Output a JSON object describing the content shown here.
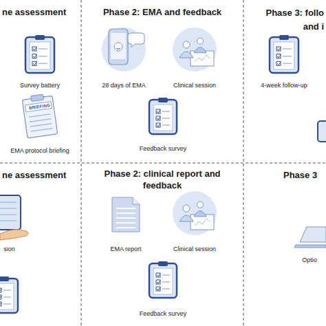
{
  "diagram": {
    "nodes": [
      {
        "text": [
          "ne assessment"
        ]
      },
      {
        "text": [
          "Survey battery"
        ],
        "in": 0
      },
      {
        "text": [
          "EMA protocol briefing"
        ],
        "in": 0
      },
      {
        "text": [
          "Phase 2: EMA and feedback"
        ]
      },
      {
        "text": [
          "28 days of EMA"
        ],
        "in": 3
      },
      {
        "text": [
          "Clinical session"
        ],
        "in": 3
      },
      {
        "text": [
          "Feedback survey"
        ],
        "in": 3
      },
      {
        "text": [
          "Phase 3: follo and i"
        ]
      },
      {
        "text": [
          "4-week follow-up"
        ],
        "in": 7
      },
      {
        "text": [
          "ne assessment"
        ]
      },
      {
        "text": [
          "sion"
        ],
        "in": 9
      },
      {
        "text": [
          "Phase 2: clinical report and feedback"
        ]
      },
      {
        "text": [
          "EMA report"
        ],
        "in": 11
      },
      {
        "text": [
          "Clinical session"
        ],
        "in": 11
      },
      {
        "text": [
          "Feedback survey"
        ],
        "in": 11
      },
      {
        "text": [
          "Phase 3"
        ]
      },
      {
        "text": [
          "Optio"
        ],
        "in": 15
      }
    ],
    "labels": [
      "BRIEFING"
    ]
  }
}
